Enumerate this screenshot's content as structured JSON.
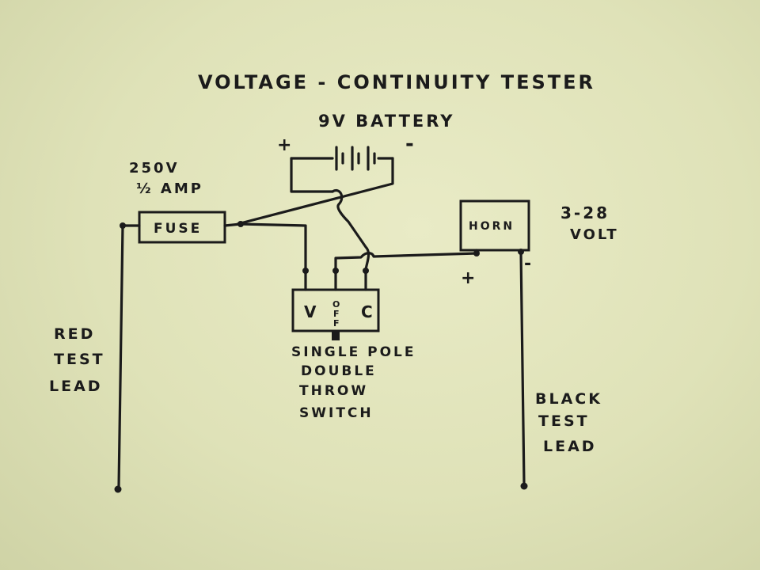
{
  "title": "VOLTAGE - CONTINUITY TESTER",
  "battery": {
    "label": "9V BATTERY",
    "plus": "+",
    "minus": "-"
  },
  "fuse": {
    "label": "FUSE",
    "rating_line1": "250V",
    "rating_line2": "½ AMP"
  },
  "horn": {
    "label": "HORN",
    "rating_line1": "3-28",
    "rating_line2": "VOLT",
    "plus": "+",
    "minus": "-"
  },
  "switch": {
    "left": "V",
    "right": "C",
    "middle": [
      "O",
      "F",
      "F"
    ],
    "caption": [
      "SINGLE POLE",
      "DOUBLE",
      "THROW",
      "SWITCH"
    ]
  },
  "red_lead": [
    "RED",
    "TEST",
    "LEAD"
  ],
  "black_lead": [
    "BLACK",
    "TEST",
    "LEAD"
  ]
}
